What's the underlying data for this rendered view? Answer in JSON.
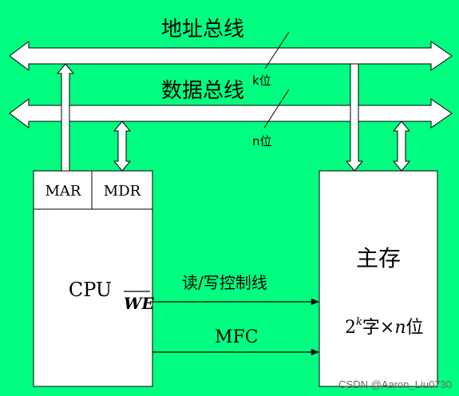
{
  "address_bus": {
    "label": "地址总线",
    "width_label": "k位"
  },
  "data_bus": {
    "label": "数据总线",
    "width_label": "n位"
  },
  "cpu": {
    "label": "CPU",
    "mar_label": "MAR",
    "mdr_label": "MDR",
    "we_label": "WE"
  },
  "memory": {
    "label": "主存",
    "capacity_base": "2",
    "capacity_exp": "k",
    "capacity_unit": "字",
    "capacity_times": "×",
    "capacity_width_var": "n",
    "capacity_width_unit": "位"
  },
  "signals": {
    "rw_control": "读/写控制线",
    "mfc": "MFC"
  },
  "watermark": "CSDN @Aaron_Liu0730",
  "colors": {
    "background": "#00ff80",
    "box_fill": "#ffffff",
    "stroke": "#000000"
  }
}
